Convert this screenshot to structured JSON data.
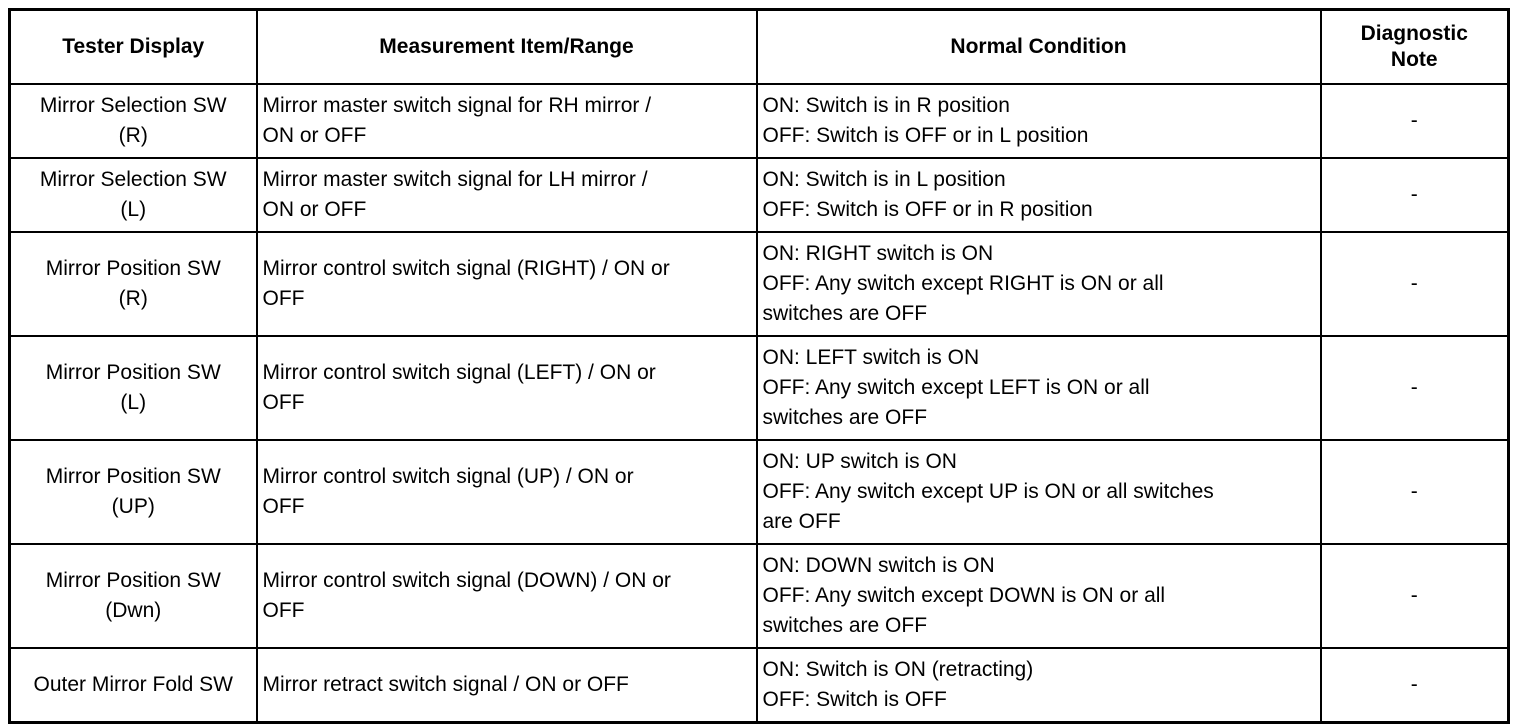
{
  "table": {
    "headers": [
      "Tester Display",
      "Measurement Item/Range",
      "Normal Condition",
      "Diagnostic Note"
    ],
    "header_diag_lines": [
      "Diagnostic",
      "Note"
    ],
    "rows": [
      {
        "tester": [
          "Mirror Selection SW",
          "(R)"
        ],
        "measurement": [
          "Mirror master switch signal for RH mirror /",
          "ON or OFF"
        ],
        "normal": [
          "ON: Switch is in R position",
          "OFF: Switch is OFF or in L position"
        ],
        "note": "-"
      },
      {
        "tester": [
          "Mirror Selection SW",
          "(L)"
        ],
        "measurement": [
          "Mirror master switch signal for LH mirror /",
          "ON or OFF"
        ],
        "normal": [
          "ON: Switch is in L position",
          "OFF: Switch is OFF or in R position"
        ],
        "note": "-"
      },
      {
        "tester": [
          "Mirror Position SW",
          "(R)"
        ],
        "measurement": [
          "Mirror control switch signal (RIGHT) / ON or",
          "OFF"
        ],
        "normal": [
          "ON: RIGHT switch is ON",
          "OFF: Any switch except RIGHT is ON or all",
          "switches are OFF"
        ],
        "note": "-"
      },
      {
        "tester": [
          "Mirror Position SW",
          "(L)"
        ],
        "measurement": [
          "Mirror control switch signal (LEFT) / ON or",
          "OFF"
        ],
        "normal": [
          "ON: LEFT switch is ON",
          "OFF: Any switch except LEFT is ON or all",
          "switches are OFF"
        ],
        "note": "-"
      },
      {
        "tester": [
          "Mirror Position SW",
          "(UP)"
        ],
        "measurement": [
          "Mirror control switch signal (UP) / ON or",
          "OFF"
        ],
        "normal": [
          "ON: UP switch is ON",
          "OFF: Any switch except UP is ON or all switches",
          "are OFF"
        ],
        "note": "-"
      },
      {
        "tester": [
          "Mirror Position SW",
          "(Dwn)"
        ],
        "measurement": [
          "Mirror control switch signal (DOWN) / ON or",
          "OFF"
        ],
        "normal": [
          "ON: DOWN switch is ON",
          "OFF: Any switch except DOWN is ON or all",
          "switches are OFF"
        ],
        "note": "-"
      },
      {
        "tester": [
          "Outer Mirror Fold SW"
        ],
        "measurement": [
          "Mirror retract switch signal / ON or OFF"
        ],
        "normal": [
          "ON: Switch is ON (retracting)",
          "OFF: Switch is OFF"
        ],
        "note": "-"
      }
    ]
  }
}
